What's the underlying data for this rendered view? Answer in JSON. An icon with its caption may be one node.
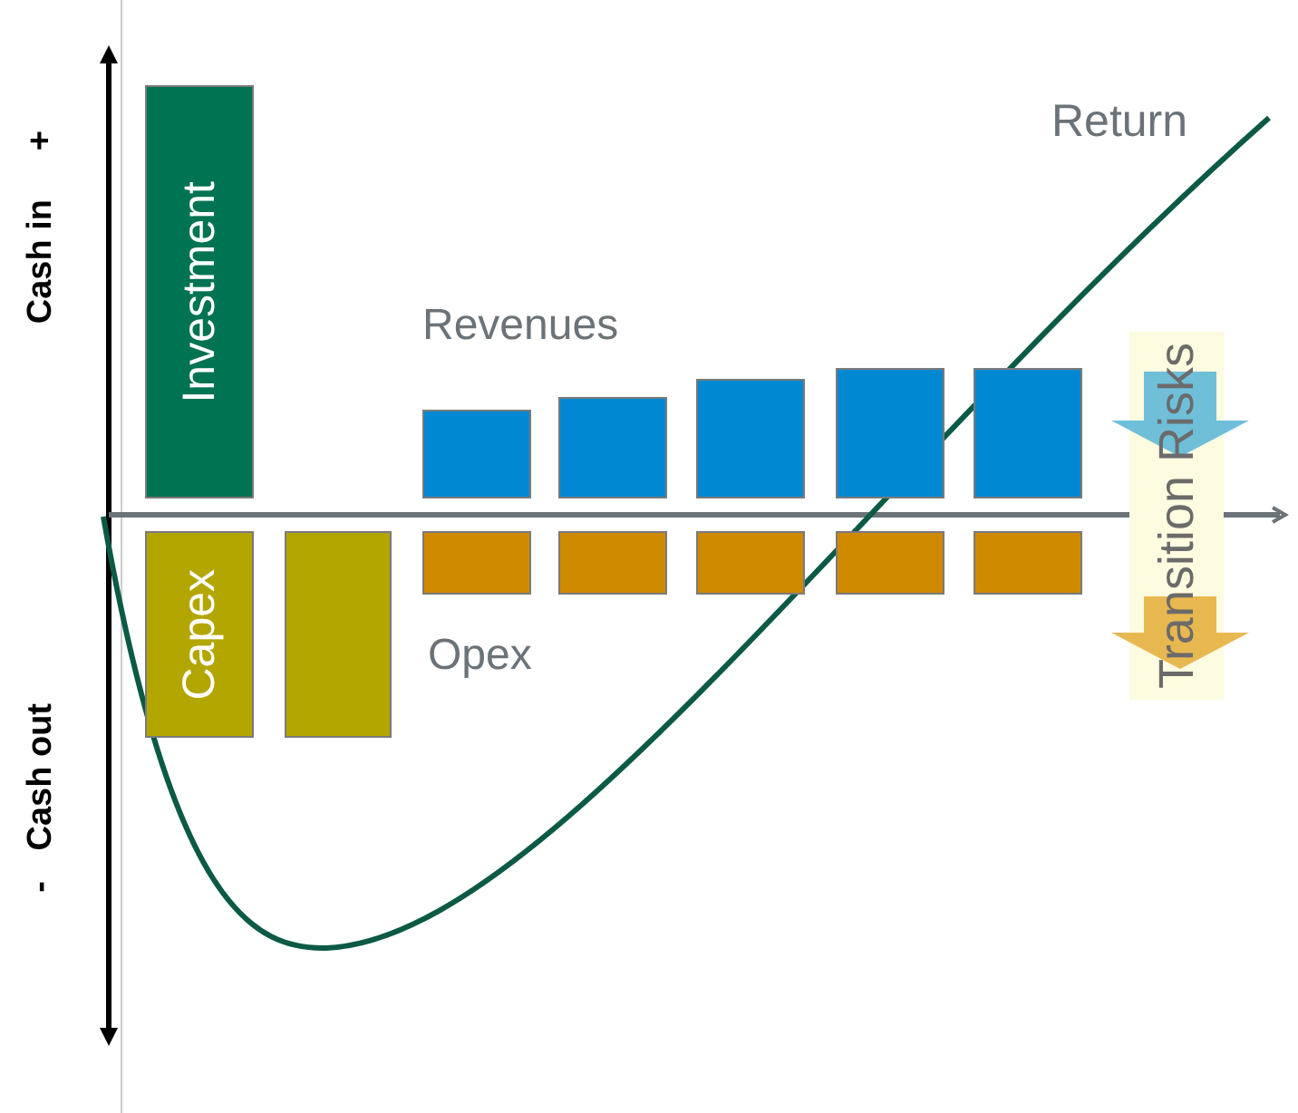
{
  "diagram": {
    "nodes": [
      {
        "text": [
          "Investment"
        ]
      },
      {
        "text": [
          "Capex"
        ]
      },
      {
        "text": [],
        "shape": "bar"
      },
      {
        "text": [],
        "shape": "bar"
      },
      {
        "text": [],
        "shape": "bar"
      },
      {
        "text": [],
        "shape": "bar"
      },
      {
        "text": [],
        "shape": "bar"
      },
      {
        "text": [],
        "shape": "bar"
      },
      {
        "text": [],
        "shape": "bar"
      },
      {
        "text": [],
        "shape": "bar"
      },
      {
        "text": [],
        "shape": "bar"
      },
      {
        "text": [],
        "shape": "bar"
      },
      {
        "text": [],
        "shape": "bar"
      },
      {
        "text": [
          "Transition Risks"
        ]
      }
    ],
    "labels": [
      "Cash in",
      "+",
      "Return",
      "Revenues",
      "Opex",
      "Cash out",
      "-"
    ]
  }
}
